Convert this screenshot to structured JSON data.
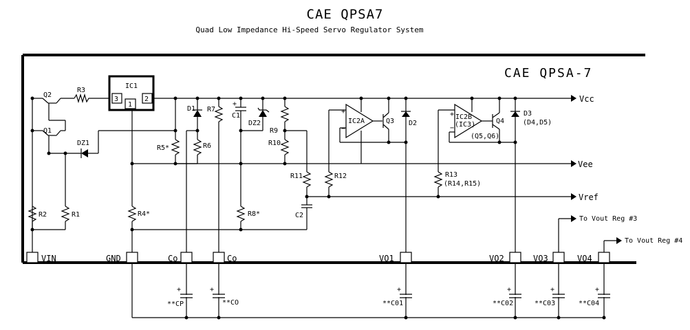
{
  "header": {
    "title": "CAE QPSA7",
    "subtitle": "Quad Low Impedance Hi-Speed Servo Regulator System"
  },
  "board": {
    "name": "CAE  QPSA-7"
  },
  "rails": {
    "vcc": "Vcc",
    "vee": "Vee",
    "vref": "Vref"
  },
  "pins": {
    "vin": "VIN",
    "gnd": "GND",
    "co1": "Co",
    "co2": "Co",
    "vo1": "VO1",
    "vo2": "VO2",
    "vo3": "VO3",
    "vo4": "VO4"
  },
  "ic1": {
    "name": "IC1",
    "pin1": "1",
    "pin2": "2",
    "pin3": "3"
  },
  "components": {
    "q1": "Q1",
    "q2": "Q2",
    "q3": "Q3",
    "q4": "Q4",
    "q4_alt": "(Q5,Q6)",
    "r1": "R1",
    "r2": "R2",
    "r3": "R3",
    "r4": "R4*",
    "r5": "R5*",
    "r6": "R6",
    "r7": "R7",
    "r8": "R8*",
    "r9": "R9",
    "r10": "R10",
    "r11": "R11",
    "r12": "R12",
    "r13": "R13",
    "r13_alt": "(R14,R15)",
    "c1": "C1",
    "c2": "C2",
    "d1": "D1",
    "d2": "D2",
    "d3": "D3",
    "d3_alt": "(D4,D5)",
    "dz1": "DZ1",
    "dz2": "DZ2",
    "ic2a": "IC2A",
    "ic2b": "IC2B",
    "ic2b_alt": "(IC3)",
    "plus": "+",
    "minus": "−"
  },
  "external_caps": {
    "cp": "**CP",
    "co": "**CO",
    "co1": "**C01",
    "co2": "**C02",
    "co3": "**C03",
    "co4": "**C04",
    "plus": "+"
  },
  "outputs": {
    "reg3": "To Vout Reg #3",
    "reg4": "To Vout Reg #4"
  }
}
